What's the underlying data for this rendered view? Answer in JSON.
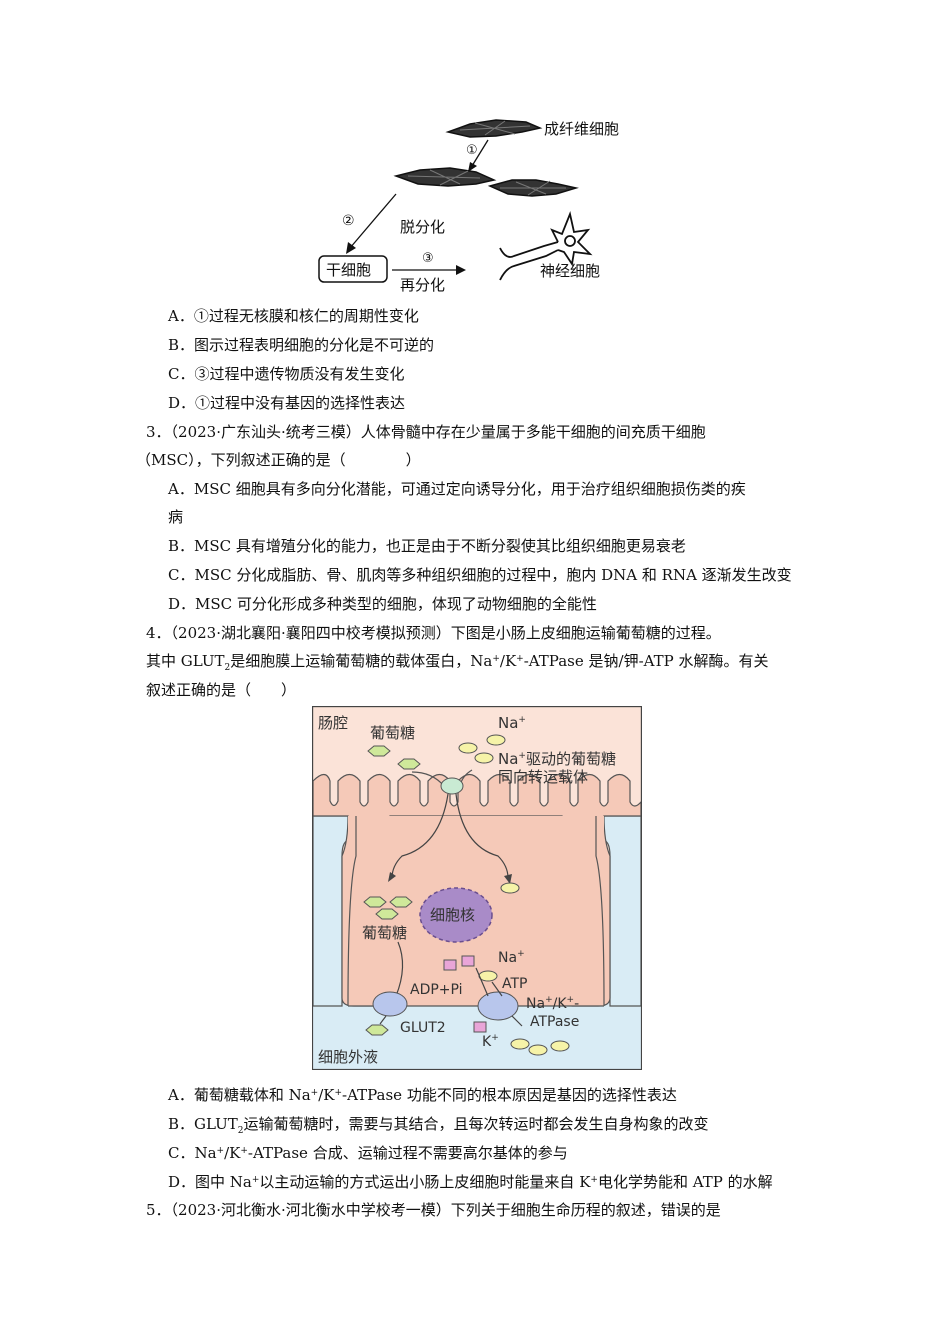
{
  "figure1": {
    "label_fibroblast": "成纤维细胞",
    "step1": "①",
    "step2": "②",
    "label_dediff": "脱分化",
    "step3": "③",
    "label_rediff": "再分化",
    "box_stemcell": "干细胞",
    "label_neuron": "神经细胞"
  },
  "q2": {
    "optA": "A．①过程无核膜和核仁的周期性变化",
    "optB": "B．图示过程表明细胞的分化是不可逆的",
    "optC": "C．③过程中遗传物质没有发生变化",
    "optD": "D．①过程中没有基因的选择性表达"
  },
  "q3": {
    "stem1": "3．（2023·广东汕头·统考三模）人体骨髓中存在少量属于多能干细胞的间充质干细胞",
    "stem2": "（MSC），下列叙述正确的是（　　　　）",
    "optA1": "A．MSC 细胞具有多向分化潜能，可通过定向诱导分化，用于治疗组织细胞损伤类的疾",
    "optA2": "病",
    "optB": "B．MSC 具有增殖分化的能力，也正是由于不断分裂使其比组织细胞更易衰老",
    "optC": "C．MSC 分化成脂肪、骨、肌肉等多种组织细胞的过程中，胞内 DNA 和 RNA 逐渐发生改变",
    "optD": "D．MSC 可分化形成多种类型的细胞，体现了动物细胞的全能性"
  },
  "q4": {
    "stem1": "4．（2023·湖北襄阳·襄阳四中校考模拟预测）下图是小肠上皮细胞运输葡萄糖的过程。",
    "stem2_a": "其中 GLUT",
    "stem2_sub": "2",
    "stem2_b": "是细胞膜上运输葡萄糖的载体蛋白，Na",
    "stem2_sup1": "+",
    "stem2_c": "/K",
    "stem2_sup2": "+",
    "stem2_d": "-ATPase 是钠/钾-ATP 水解酶。有关",
    "stem3": "叙述正确的是（　　）",
    "optA_a": "A．葡萄糖载体和 Na",
    "optA_b": "/K",
    "optA_c": "-ATPase 功能不同的根本原因是基因的选择性表达",
    "optB_a": "B．GLUT",
    "optB_sub": "2",
    "optB_b": "运输葡萄糖时，需要与其结合，且每次转运时都会发生自身构象的改变",
    "optC_a": "C．Na",
    "optC_b": "/K",
    "optC_c": "-ATPase 合成、运输过程不需要高尔基体的参与",
    "optD_a": "D．图中 Na",
    "optD_b": "以主动运输的方式运出小肠上皮细胞时能量来自 K",
    "optD_c": "电化学势能和 ATP 的水解",
    "sup_plus": "+"
  },
  "figure2": {
    "lumen": "肠腔",
    "glucose_top": "葡萄糖",
    "na_top": "Na",
    "plus": "+",
    "cotransporter_1": "Na",
    "cotransporter_1b": "驱动的葡萄糖",
    "cotransporter_2": "同向转运载体",
    "nucleus": "细胞核",
    "glucose_mid": "葡萄糖",
    "na_mid": "Na",
    "atp": "ATP",
    "adp": "ADP+Pi",
    "pump_1": "Na",
    "pump_1b": "/K",
    "pump_1c": "-",
    "pump_2": "ATPase",
    "glut2": "GLUT2",
    "k": "K",
    "extracellular": "细胞外液",
    "colors": {
      "lumen_bg": "#fbe3d8",
      "cell": "#f5c9b8",
      "extracellular_bg": "#d9ecf5",
      "nucleus": "#a98bc8",
      "glucose": "#cfe89a",
      "na_ion": "#f6f3a8",
      "k_ion": "#e9a5d8"
    }
  },
  "q5": {
    "stem1": "5．（2023·河北衡水·河北衡水中学校考一模）下列关于细胞生命历程的叙述，错误的是"
  }
}
